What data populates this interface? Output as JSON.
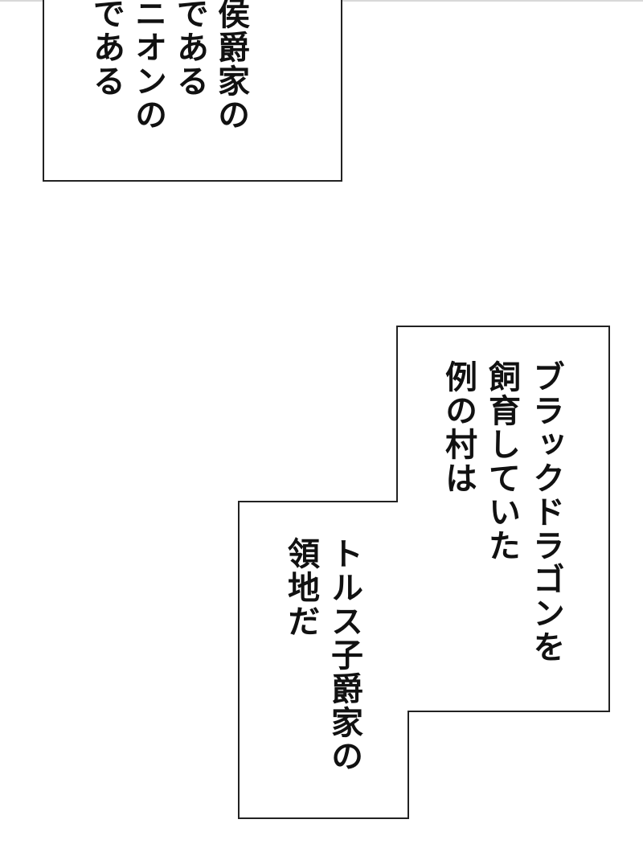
{
  "captions": {
    "upper": {
      "lines": [
        "侯爵家の",
        "であるニオンの",
        "である"
      ],
      "columns": [
        "侯爵家の",
        "である",
        "ニオンの",
        "である"
      ]
    },
    "lower": {
      "columns": [
        "ブラックドラゴンを",
        "飼育していた",
        "例の村は",
        "トルス子爵家の",
        "領地だ"
      ]
    }
  },
  "colors": {
    "background": "#ffffff",
    "border": "#222222",
    "text": "#111111"
  }
}
